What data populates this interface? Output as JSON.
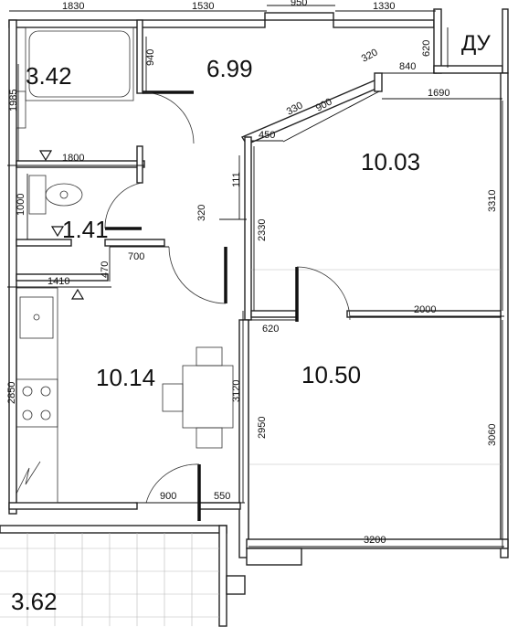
{
  "rooms": {
    "bathroom_area": "3.42",
    "hall_area": "6.99",
    "wc_area": "1.41",
    "bedroom_area": "10.03",
    "kitchen_area": "10.14",
    "living_area": "10.50",
    "balcony_area": "3.62"
  },
  "labels": {
    "shaft": "ДУ"
  },
  "dimensions": {
    "top_1830": "1830",
    "top_1530": "1530",
    "top_950": "950",
    "top_1330": "1330",
    "d_940": "940",
    "d_1985": "1985",
    "d_620": "620",
    "d_320a": "320",
    "d_840": "840",
    "d_1690": "1690",
    "d_330": "330",
    "d_900a": "900",
    "d_450": "450",
    "d_1800": "1800",
    "d_111": "111",
    "d_1000": "1000",
    "d_320b": "320",
    "d_2330": "2330",
    "d_3310": "3310",
    "d_700": "700",
    "d_470": "470",
    "d_1410": "1410",
    "d_2000": "2000",
    "d_620b": "620",
    "d_2850": "2850",
    "d_3120": "3120",
    "d_2950": "2950",
    "d_3060": "3060",
    "d_900b": "900",
    "d_550": "550",
    "d_3200": "3200"
  }
}
